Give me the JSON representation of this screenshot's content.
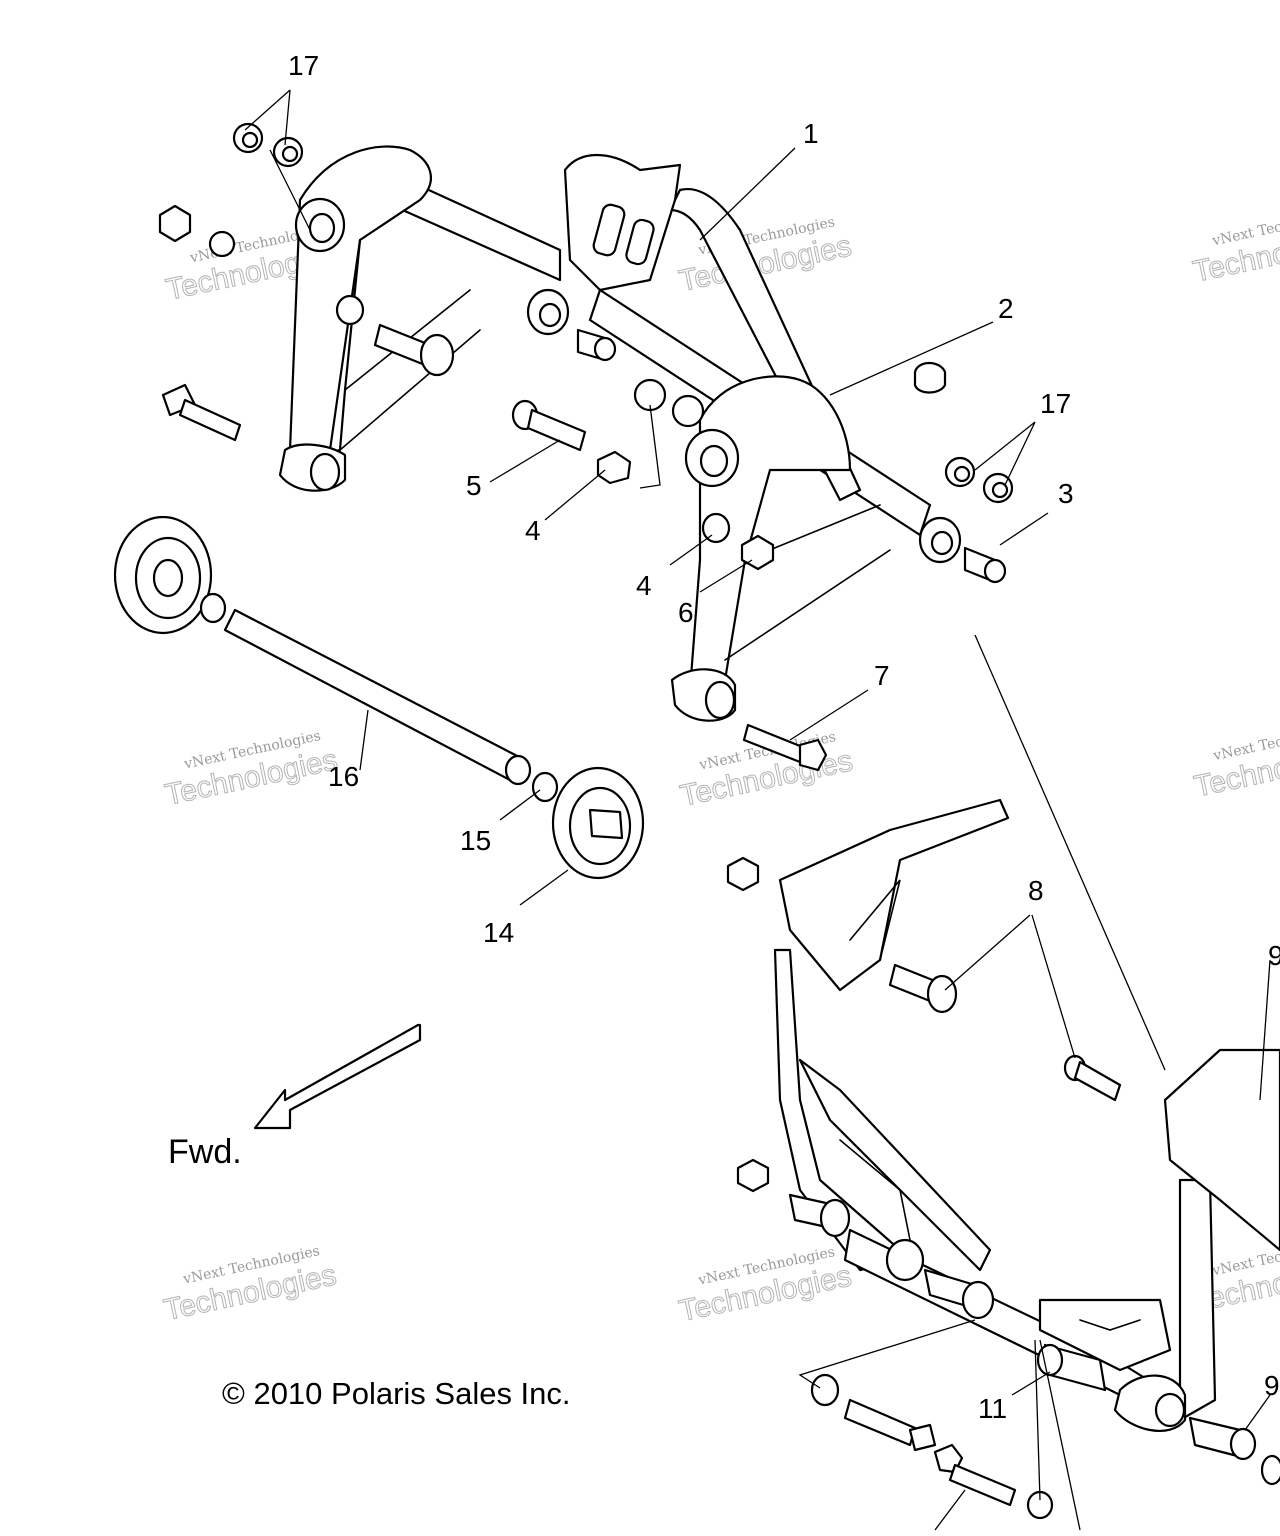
{
  "callouts": [
    {
      "id": "17",
      "text": "17"
    },
    {
      "id": "1",
      "text": "1"
    },
    {
      "id": "2",
      "text": "2"
    },
    {
      "id": "17b",
      "text": "17"
    },
    {
      "id": "3",
      "text": "3"
    },
    {
      "id": "5",
      "text": "5"
    },
    {
      "id": "4",
      "text": "4"
    },
    {
      "id": "4b",
      "text": "4"
    },
    {
      "id": "6",
      "text": "6"
    },
    {
      "id": "7",
      "text": "7"
    },
    {
      "id": "16",
      "text": "16"
    },
    {
      "id": "15",
      "text": "15"
    },
    {
      "id": "14",
      "text": "14"
    },
    {
      "id": "8",
      "text": "8"
    },
    {
      "id": "9",
      "text": "9"
    },
    {
      "id": "9b",
      "text": "9"
    },
    {
      "id": "11",
      "text": "11"
    }
  ],
  "direction_label": "Fwd.",
  "copyright": "© 2010 Polaris Sales Inc.",
  "watermark": {
    "line1": "vNext Technologies",
    "line2": "Technologies"
  }
}
